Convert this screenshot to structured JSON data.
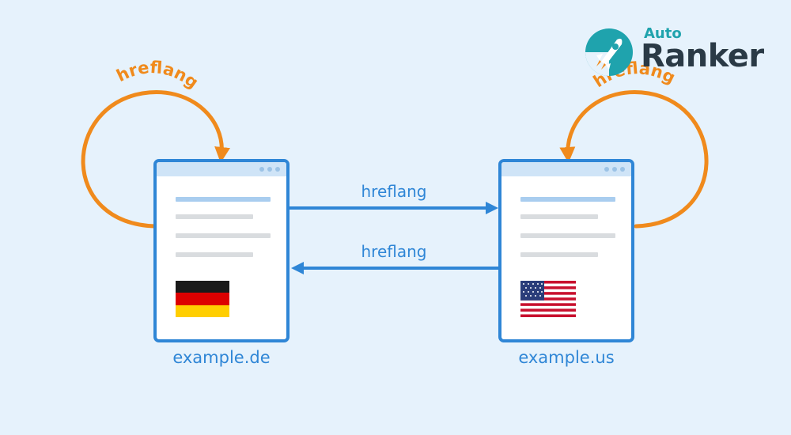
{
  "diagram": {
    "left_page": {
      "domain": "example.de",
      "flag": "germany-flag"
    },
    "right_page": {
      "domain": "example.us",
      "flag": "usa-flag"
    },
    "self_loop_left_label": "hreflang",
    "self_loop_right_label": "hreflang",
    "arrow_top_label": "hreflang",
    "arrow_bottom_label": "hreflang"
  },
  "brand": {
    "auto": "Auto",
    "ranker": "Ranker"
  },
  "colors": {
    "background": "#e6f2fc",
    "accent_blue": "#2f86d6",
    "loop_orange": "#f08a1c",
    "brand_teal": "#1fa3ad",
    "brand_dark": "#2a3a46"
  }
}
